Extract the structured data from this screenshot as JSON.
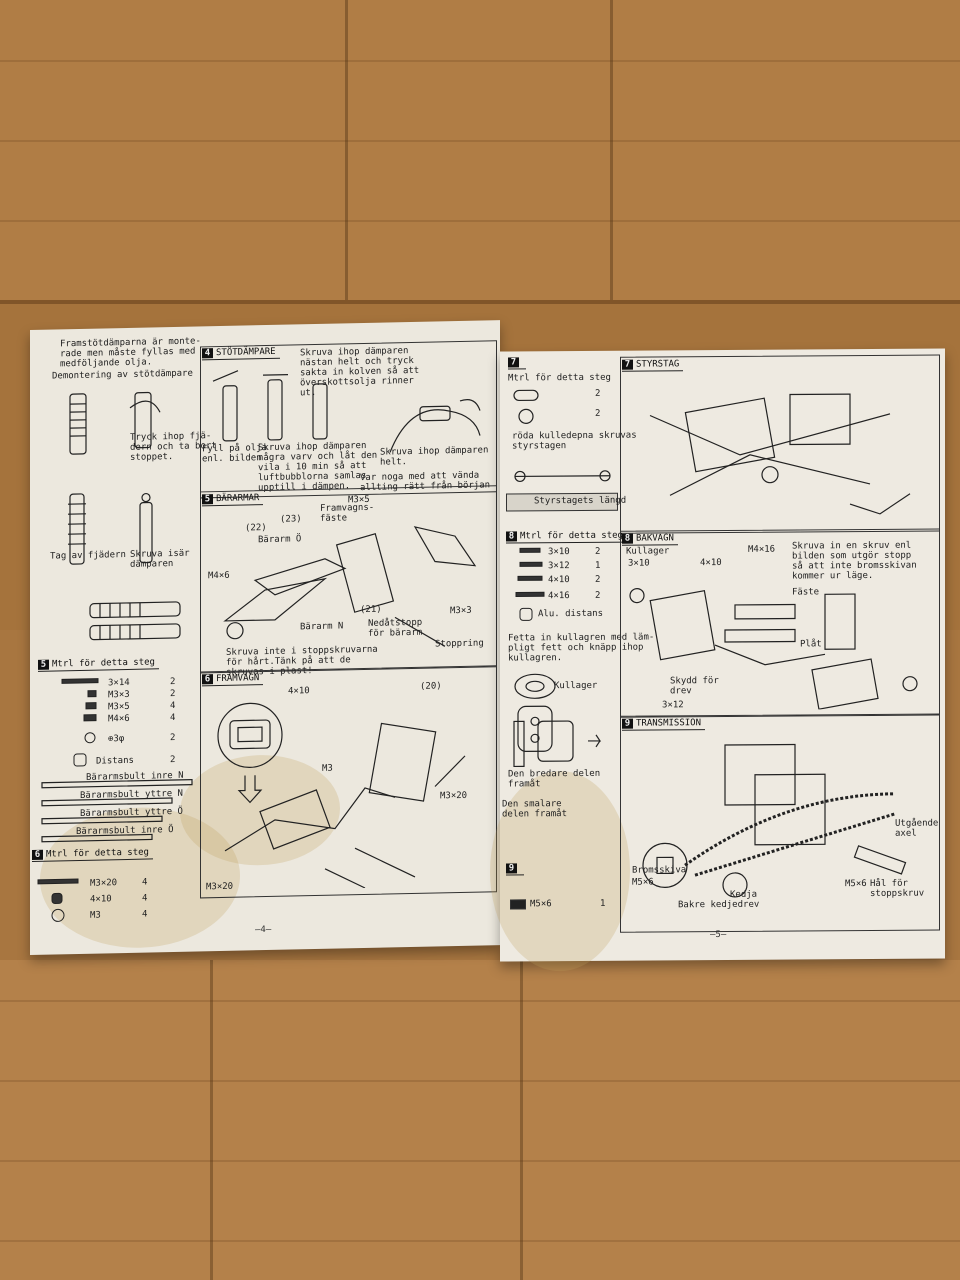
{
  "left_page": {
    "intro": "Framstötdämparna är monte-\nrade men måste fyllas med\nmedföljande olja.",
    "demontering": "Demontering av stötdämpare",
    "step1_text": "Tryck ihop fjä-\ndern och ta bort\nstoppet.",
    "step2_text": "Tag av fjädern",
    "step3_text": "Skruva isär\ndämparen",
    "sec4_num": "4",
    "sec4_title": "STÖTDÄMPARE",
    "sec4_note": "Skruva ihop dämparen\nnästan helt och tryck\nsakta in kolven så att\növerskottsolja rinner\nut.",
    "sec4_fill": "Fyll på olja\nenl. bilden",
    "sec4_screw": "Skruva ihop dämparen\nnågra varv och låt den\nvila i 10 min så att\nluftbubblorna samlas\nupptill i dämpen.",
    "sec4_screw2": "Skruva ihop dämparen\nhelt.",
    "sec4_careful": "Var noga med att vända\nallting rätt från början",
    "sec5_num": "5",
    "sec5_title": "BÄRARMAR",
    "barrarm_o": "Bärarm Ö",
    "framvagnsfaste": "Framvagns-\nfäste",
    "barrarm_n": "Bärarm N",
    "nedatstopp": "Nedåtstopp\nför bärarm",
    "stoppring": "Stoppring",
    "skruva_inte": "Skruva inte i stoppskruvarna\nför hårt.Tänk på att de\nskruvas i plast!",
    "label_22": "(22)",
    "label_23": "(23)",
    "label_21": "(21)",
    "label_20": "(20)",
    "m3x5": "M3×5",
    "m4x6": "M4×6",
    "m3x3": "M3×3",
    "mtrl5_num": "5",
    "mtrl5_title": "Mtrl för detta steg",
    "mtrl5_items": [
      "3×14",
      "M3×3",
      "M3×5",
      "M4×6",
      "⊕3φ",
      "Distans"
    ],
    "mtrl5_qty": [
      "2",
      "2",
      "4",
      "4",
      "2",
      "2"
    ],
    "bolts": [
      "Bärarmsbult inre N",
      "Bärarmsbult yttre N",
      "Bärarmsbult yttre Ö",
      "Bärarmsbult inre Ö"
    ],
    "sec6_num": "6",
    "sec6_title": "FRAMVAGN",
    "label_4x10": "4×10",
    "m3": "M3",
    "m3x20": "M3×20",
    "mtrl6_num": "6",
    "mtrl6_title": "Mtrl för detta steg",
    "mtrl6_items": [
      "M3×20",
      "4×10",
      "M3"
    ],
    "mtrl6_qty": [
      "4",
      "4",
      "4"
    ],
    "page_number": "—4—"
  },
  "right_page": {
    "mtrl7_num": "7",
    "mtrl7_title": "Mtrl för detta steg",
    "mtrl7_qty": [
      "2",
      "2"
    ],
    "kullederna": "röda kulledерna skruvas\nstyrstagen",
    "styrstagets": "Styrstagets längd",
    "sec7_num": "7",
    "sec7_title": "STYRSTAG",
    "mtrl8_num": "8",
    "mtrl8_title": "Mtrl för detta steg",
    "mtrl8_items": [
      "3×10",
      "3×12",
      "4×10",
      "4×16",
      "Alu. distans"
    ],
    "mtrl8_qty": [
      "2",
      "1",
      "2",
      "2"
    ],
    "fetta": "Fetta in kullagren med läm-\npligt fett och knäpp ihop\nkullagren.",
    "kullager": "Kullager",
    "sec8_num": "8",
    "sec8_title": "BAKVAGN",
    "kullager2": "Kullager",
    "bakvagn_note": "Skruva in en skruv enl\nbilden som utgör stopp\nså att inte bromsskivan\nkommer ur läge.",
    "faste": "Fäste",
    "plat": "Plåt",
    "skydd": "Skydd för\ndrev",
    "m4x16": "M4×16",
    "label_3x10": "3×10",
    "label_4x10": "4×10",
    "label_3x12": "3×12",
    "bredare": "Den bredare delen\nframåt",
    "smalare": "Den smalare\ndelen framåt",
    "sec9_num": "9",
    "sec9_title": "TRANSMISSION",
    "bromsskiva": "Bromsskiva",
    "m5x6": "M5×6",
    "bakre": "Bakre kedjedrev",
    "kedja": "Kedja",
    "utgaende": "Utgående\naxel",
    "hal": "Hål för\nstoppskruv",
    "mtrl9_num": "9",
    "mtrl9_item": "M5×6",
    "mtrl9_qty": "1",
    "page_number": "—5—"
  }
}
